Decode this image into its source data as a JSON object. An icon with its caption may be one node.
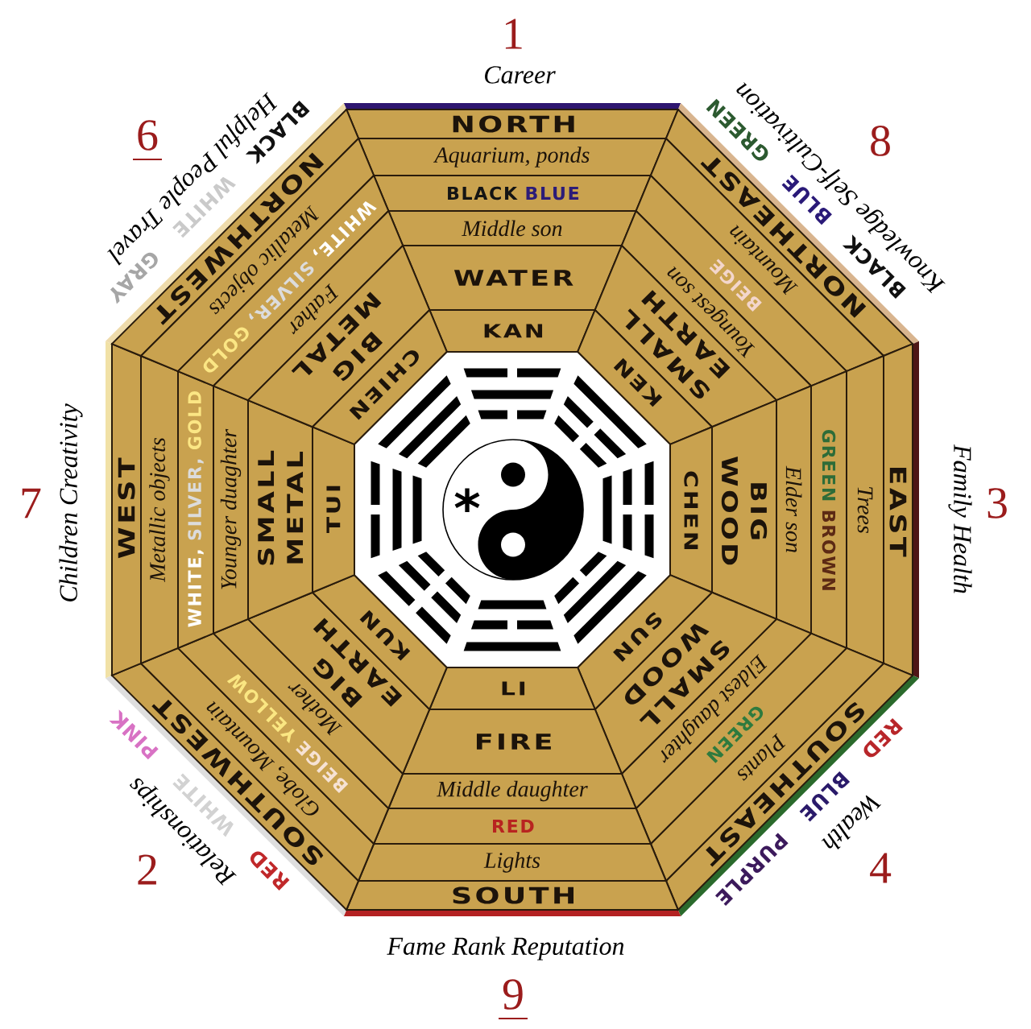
{
  "diagram": {
    "nodes": [
      {
        "text": [
          "NORTH"
        ]
      },
      {
        "text": [
          "Aquarium, ponds"
        ]
      },
      {
        "text": [
          "BLACK",
          "BLUE"
        ]
      },
      {
        "text": [
          "Middle son"
        ]
      },
      {
        "text": [
          "WATER"
        ]
      },
      {
        "text": [
          "KAN"
        ]
      },
      {
        "text": [
          "NORTHEAST"
        ]
      },
      {
        "text": [
          "Mountain"
        ]
      },
      {
        "text": [
          "BEIGE"
        ]
      },
      {
        "text": [
          "Youngest son"
        ]
      },
      {
        "text": [
          "SMALL EARTH"
        ]
      },
      {
        "text": [
          "KEN"
        ]
      },
      {
        "text": [
          "EAST"
        ]
      },
      {
        "text": [
          "Trees"
        ]
      },
      {
        "text": [
          "GREEN",
          "BROWN"
        ]
      },
      {
        "text": [
          "Elder son"
        ]
      },
      {
        "text": [
          "BIG WOOD"
        ]
      },
      {
        "text": [
          "CHEN"
        ]
      },
      {
        "text": [
          "SOUTHEAST"
        ]
      },
      {
        "text": [
          "Plants"
        ]
      },
      {
        "text": [
          "GREEN"
        ]
      },
      {
        "text": [
          "Eldest daughter"
        ]
      },
      {
        "text": [
          "SMALL WOOD"
        ]
      },
      {
        "text": [
          "SUN"
        ]
      },
      {
        "text": [
          "SOUTH"
        ]
      },
      {
        "text": [
          "Lights"
        ]
      },
      {
        "text": [
          "RED"
        ]
      },
      {
        "text": [
          "Middle daughter"
        ]
      },
      {
        "text": [
          "FIRE"
        ]
      },
      {
        "text": [
          "LI"
        ]
      },
      {
        "text": [
          "SOUTHWEST"
        ]
      },
      {
        "text": [
          "Globe, Mountain"
        ]
      },
      {
        "text": [
          "BEIGE",
          "YELLOW"
        ]
      },
      {
        "text": [
          "Mother"
        ]
      },
      {
        "text": [
          "BIG EARTH"
        ]
      },
      {
        "text": [
          "KUN"
        ]
      },
      {
        "text": [
          "WEST"
        ]
      },
      {
        "text": [
          "Metallic objects"
        ]
      },
      {
        "text": [
          "WHITE,",
          "SILVER,",
          "GOLD"
        ]
      },
      {
        "text": [
          "Younger duaghter"
        ]
      },
      {
        "text": [
          "SMALL METAL"
        ]
      },
      {
        "text": [
          "TUI"
        ]
      },
      {
        "text": [
          "NORTHWEST"
        ]
      },
      {
        "text": [
          "Metallic objects"
        ]
      },
      {
        "text": [
          "WHITE,",
          "SILVER,",
          "GOLD"
        ]
      },
      {
        "text": [
          "Father"
        ]
      },
      {
        "text": [
          "BIG METAL"
        ]
      },
      {
        "text": [
          "CHIEN"
        ]
      }
    ],
    "labels": [
      "1",
      "Career",
      "8",
      "Knowledge Self-Cultivation",
      "BLACK",
      "BLUE",
      "GREEN",
      "3",
      "Family Health",
      "4",
      "Wealth",
      "RED",
      "BLUE",
      "PURPLE",
      "9",
      "Fame Rank Reputation",
      "2",
      "Relationships",
      "RED",
      "WHITE",
      "PINK",
      "7",
      "Children Creativity",
      "6",
      "Helpful People Travel",
      "BLACK",
      "WHITE",
      "GRAY",
      "*"
    ]
  }
}
